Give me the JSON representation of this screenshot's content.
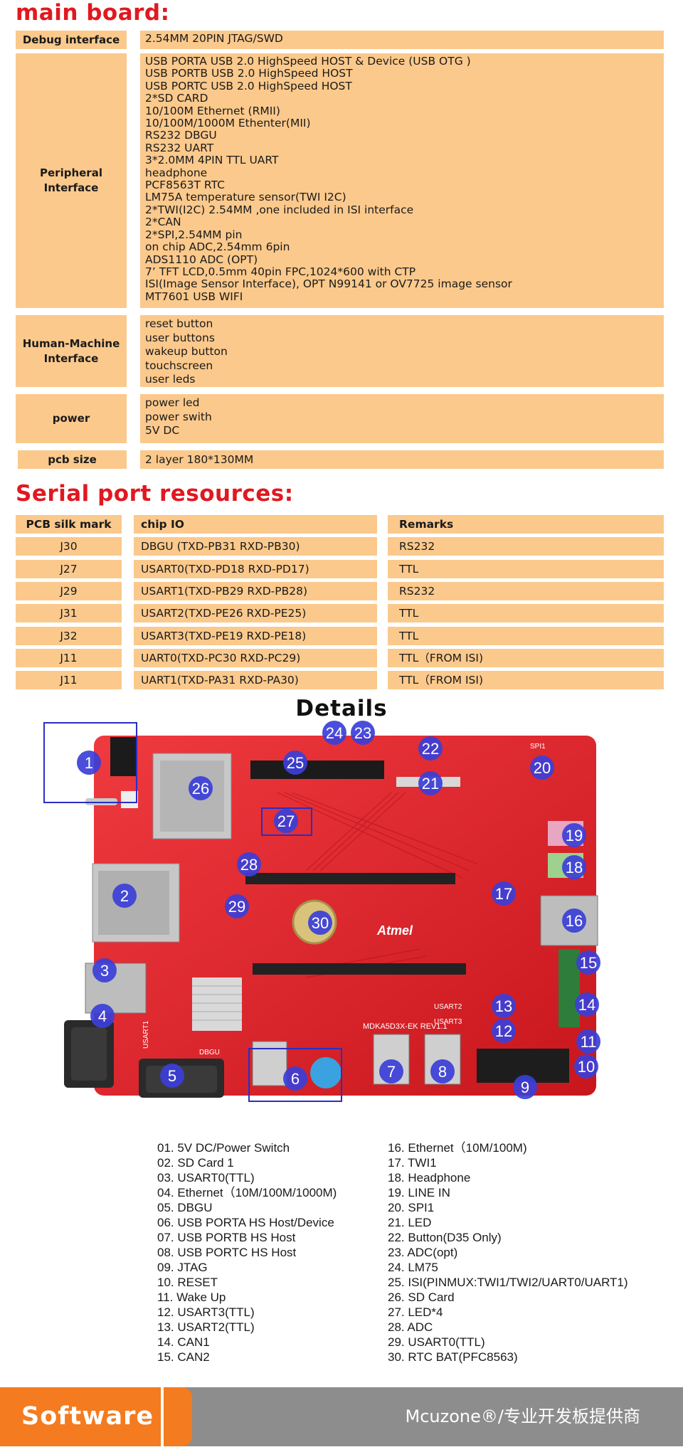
{
  "main_board": {
    "title": "main board:",
    "rows": [
      {
        "label": "Debug interface",
        "lines": [
          "2.54MM 20PIN JTAG/SWD"
        ]
      },
      {
        "label": "Peripheral Interface",
        "lines": [
          "USB PORTA USB 2.0 HighSpeed HOST & Device (USB OTG )",
          "USB PORTB USB 2.0 HighSpeed HOST",
          "USB PORTC USB 2.0 HighSpeed HOST",
          "2*SD CARD",
          "10/100M Ethernet (RMII)",
          "10/100M/1000M Ethenter(MII)",
          "RS232 DBGU",
          "RS232 UART",
          "3*2.0MM  4PIN TTL UART",
          "headphone",
          "PCF8563T RTC",
          "LM75A temperature sensor(TWI I2C)",
          "2*TWI(I2C) 2.54MM ,one included in ISI interface",
          "2*CAN",
          "2*SPI,2.54MM pin",
          "on chip ADC,2.54mm 6pin",
          "ADS1110 ADC (OPT)",
          "7’  TFT LCD,0.5mm 40pin FPC,1024*600 with CTP",
          "ISI(Image Sensor Interface), OPT N99141 or OV7725 image sensor",
          "MT7601 USB WIFI"
        ]
      },
      {
        "label": "Human-Machine Interface",
        "lines": [
          "reset button",
          "user buttons",
          "wakeup button",
          "touchscreen",
          "user leds"
        ]
      },
      {
        "label": "power",
        "lines": [
          "power led",
          "power swith",
          "5V DC"
        ]
      },
      {
        "label": "pcb size",
        "lines": [
          "2 layer 180*130MM"
        ]
      }
    ]
  },
  "serial": {
    "title": "Serial port resources:",
    "headers": [
      "PCB silk mark",
      "chip IO",
      "Remarks"
    ],
    "rows": [
      [
        "J30",
        "DBGU (TXD-PB31  RXD-PB30)",
        "RS232"
      ],
      [
        "J27",
        "USART0(TXD-PD18  RXD-PD17)",
        "TTL"
      ],
      [
        "J29",
        "USART1(TXD-PB29  RXD-PB28)",
        "RS232"
      ],
      [
        "J31",
        "USART2(TXD-PE26  RXD-PE25)",
        "TTL"
      ],
      [
        "J32",
        "USART3(TXD-PE19  RXD-PE18)",
        "TTL"
      ],
      [
        "J11",
        "UART0(TXD-PC30  RXD-PC29)",
        "TTL（FROM ISI)"
      ],
      [
        "J11",
        "UART1(TXD-PA31  RXD-PA30)",
        "TTL（FROM ISI)"
      ]
    ]
  },
  "details": {
    "title": "Details",
    "board": {
      "colors": {
        "pcb": "#e3242b",
        "marker": "#3b3fd8",
        "box": "#2a2ec4"
      },
      "silk": {
        "atmel": "Atmel",
        "model": "MDKA5D3X-EK  REV1.1",
        "usart2": "USART2",
        "usart3": "USART3",
        "dbgu": "DBGU",
        "spi1": "SPI1",
        "usart1": "USART1"
      },
      "markers": [
        "1",
        "2",
        "3",
        "4",
        "5",
        "6",
        "7",
        "8",
        "9",
        "10",
        "11",
        "12",
        "13",
        "14",
        "15",
        "16",
        "17",
        "18",
        "19",
        "20",
        "21",
        "22",
        "23",
        "24",
        "25",
        "26",
        "27",
        "28",
        "29",
        "30"
      ]
    },
    "legend_left": [
      "01. 5V DC/Power Switch",
      "02. SD Card 1",
      "03. USART0(TTL)",
      "04. Ethernet（10M/100M/1000M)",
      "05. DBGU",
      "06. USB PORTA HS Host/Device",
      "07. USB PORTB HS Host",
      "08. USB PORTC HS Host",
      "09. JTAG",
      "10. RESET",
      "11. Wake Up",
      "12. USART3(TTL)",
      "13. USART2(TTL)",
      "14. CAN1",
      "15. CAN2"
    ],
    "legend_right": [
      "16. Ethernet（10M/100M)",
      "17. TWI1",
      "18. Headphone",
      "19. LINE IN",
      "20. SPI1",
      "21. LED",
      "22. Button(D35 Only)",
      "23. ADC(opt)",
      "24. LM75",
      "25. ISI(PINMUX:TWI1/TWI2/UART0/UART1)",
      "26. SD Card",
      "27. LED*4",
      "28. ADC",
      "29. USART0(TTL)",
      "30. RTC BAT(PFC8563)"
    ]
  },
  "footer": {
    "software": "Software",
    "brand": "Mcuzone®/专业开发板提供商",
    "colors": {
      "orange": "#f47b1f",
      "gray": "#8d8d8d"
    }
  }
}
